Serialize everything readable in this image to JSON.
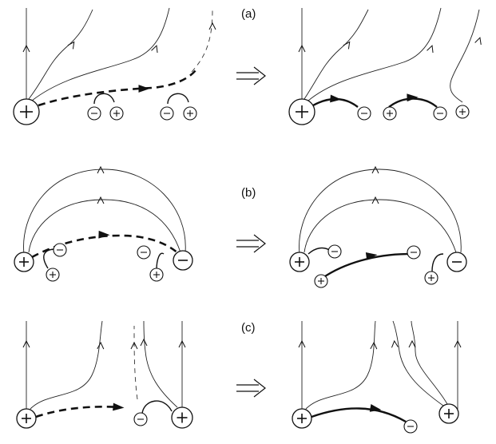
{
  "panels": [
    {
      "label": "(a)"
    },
    {
      "label": "(b)"
    },
    {
      "label": "(c)"
    }
  ],
  "charges": {
    "positive": "+",
    "negative": "−"
  }
}
